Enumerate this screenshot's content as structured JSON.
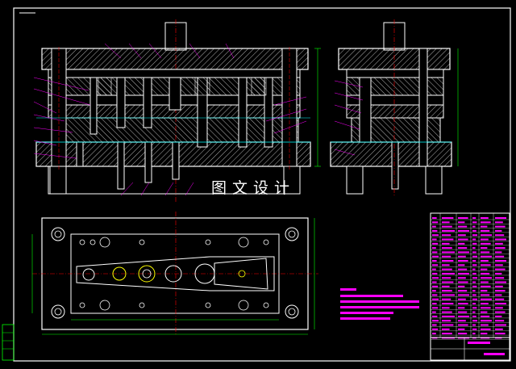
{
  "watermark": "图文设计",
  "colors": {
    "frame": "#ffffff",
    "plate": "#ffffff",
    "hatch": "#ffffff",
    "dimension": "#00ff00",
    "centerline": "#ff0000",
    "leader": "#ff00ff",
    "cyan": "#00ffff",
    "table_text": "#ff00ff"
  },
  "icons": {
    "title_block": "grid-table",
    "notes": "magenta-text-lines"
  }
}
